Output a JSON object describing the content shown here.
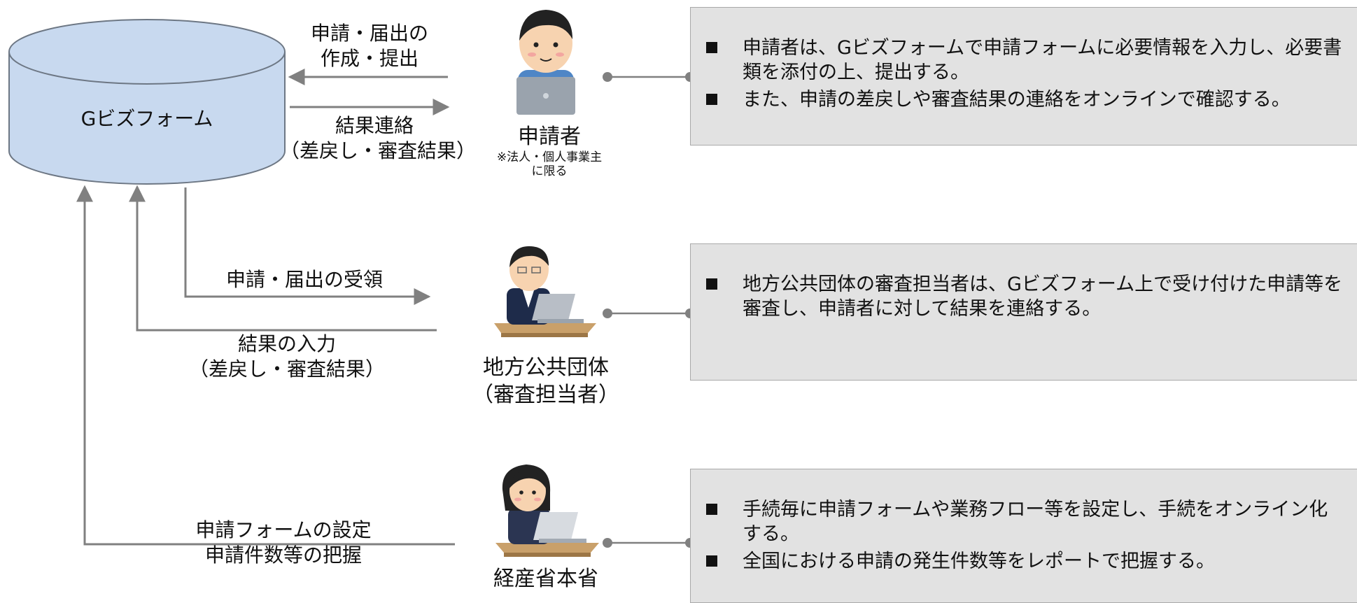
{
  "system": {
    "name": "Gビズフォーム"
  },
  "flows": {
    "submit": {
      "line1": "申請・届出の",
      "line2": "作成・提出"
    },
    "result_notice": {
      "line1": "結果連絡",
      "line2": "（差戻し・審査結果）"
    },
    "receive": {
      "line1": "申請・届出の受領"
    },
    "result_input": {
      "line1": "結果の入力",
      "line2": "（差戻し・審査結果）"
    },
    "settings": {
      "line1": "申請フォームの設定",
      "line2": "申請件数等の把握"
    }
  },
  "actors": {
    "applicant": {
      "name": "申請者",
      "note1": "※法人・個人事業主",
      "note2": "に限る"
    },
    "local_gov": {
      "name1": "地方公共団体",
      "name2": "（審査担当者）"
    },
    "meti": {
      "name": "経産省本省"
    }
  },
  "panels": {
    "applicant": [
      "申請者は、Gビズフォームで申請フォームに必要情報を入力し、必要書類を添付の上、提出する。",
      "また、申請の差戻しや審査結果の連絡をオンラインで確認する。"
    ],
    "local_gov": [
      "地方公共団体の審査担当者は、Gビズフォーム上で受け付けた申請等を審査し、申請者に対して結果を連絡する。"
    ],
    "meti": [
      "手続毎に申請フォームや業務フロー等を設定し、手続をオンライン化する。",
      "全国における申請の発生件数等をレポートで把握する。"
    ]
  },
  "colors": {
    "cylinder_fill": "#c8d9ef",
    "cylinder_stroke": "#6d7784",
    "arrow": "#808080",
    "panel_bg": "#e2e2e2",
    "suit": "#1e2b4a",
    "desk": "#c9a06a"
  },
  "icons": [
    "person-laptop-icon",
    "businessman-desk-icon",
    "businesswoman-desk-icon"
  ]
}
